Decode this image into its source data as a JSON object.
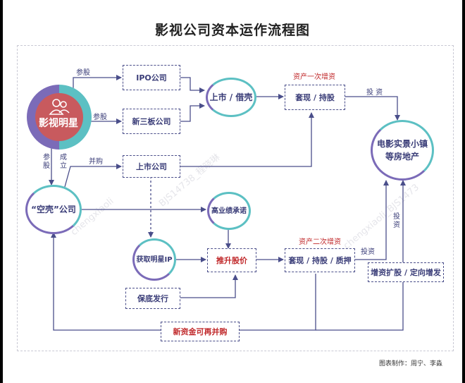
{
  "title": "影视公司资本运作流程图",
  "credit": "图表制作：周宁、李淼",
  "nodes": {
    "star": "影视明星",
    "ipo": "IPO公司",
    "neeq": "新三板公司",
    "listed": "上市公司",
    "shell_line1": "“空壳”",
    "shell_line2": "公司",
    "listing": "上市 / 借壳",
    "cashout1": "套现 / 持股",
    "town_line1": "电影实景小镇",
    "town_line2": "等房地产",
    "perf": "高业绩承诺",
    "ip": "获取明星IP",
    "push": "推升股价",
    "cashout2": "套现 / 持股 / 质押",
    "guarantee": "保底发行",
    "expand": "增资扩股 / 定向增发",
    "newfund": "新资金可再并购"
  },
  "edge_labels": {
    "shares1": "参股",
    "shares2": "参股",
    "shares3": "参股",
    "found": "成立",
    "acquire": "并购",
    "invest1": "投 资",
    "invest2": "投 资",
    "invest3": "投资",
    "appreciate1": "资产一次增资",
    "appreciate2": "资产二次增资"
  },
  "watermark": {
    "text1": "chengxiaoli",
    "text2": "BJS14738_程晓琳",
    "text3": "chengxiaoli_BJS1473"
  },
  "colors": {
    "navy": "#3a3d78",
    "purple": "#7b6bb8",
    "teal": "#5cc0c3",
    "red": "#c0282a",
    "star_fill": "#c85a5e"
  }
}
